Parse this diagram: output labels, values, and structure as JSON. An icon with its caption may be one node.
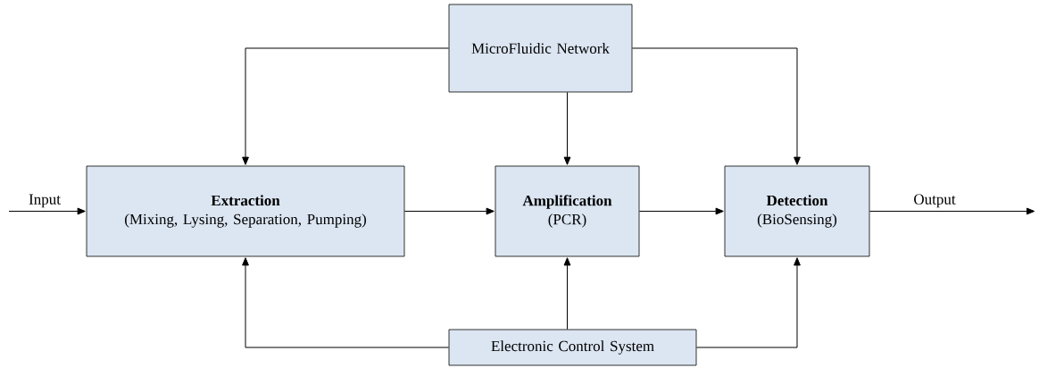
{
  "diagram": {
    "nodes": [
      {
        "text": [
          "MicroFluidic Network"
        ]
      },
      {
        "text": [
          "Extraction",
          "(Mixing, Lysing, Separation, Pumping)"
        ]
      },
      {
        "text": [
          "Amplification",
          "(PCR)"
        ]
      },
      {
        "text": [
          "Detection",
          "(BioSensing)"
        ]
      },
      {
        "text": [
          "Electronic Control System"
        ]
      }
    ],
    "edges": [
      {
        "from": null,
        "to": 1,
        "arrow": "to",
        "label": "Input"
      },
      {
        "from": 0,
        "to": 1,
        "arrow": "to"
      },
      {
        "from": 0,
        "to": 2,
        "arrow": "to"
      },
      {
        "from": 0,
        "to": 3,
        "arrow": "to"
      },
      {
        "from": 1,
        "to": 2,
        "arrow": "to"
      },
      {
        "from": 2,
        "to": 3,
        "arrow": "to"
      },
      {
        "from": 3,
        "to": null,
        "arrow": "to",
        "label": "Output"
      },
      {
        "from": 4,
        "to": 1,
        "arrow": "to"
      },
      {
        "from": 4,
        "to": 2,
        "arrow": "to"
      },
      {
        "from": 4,
        "to": 3,
        "arrow": "to"
      }
    ]
  }
}
